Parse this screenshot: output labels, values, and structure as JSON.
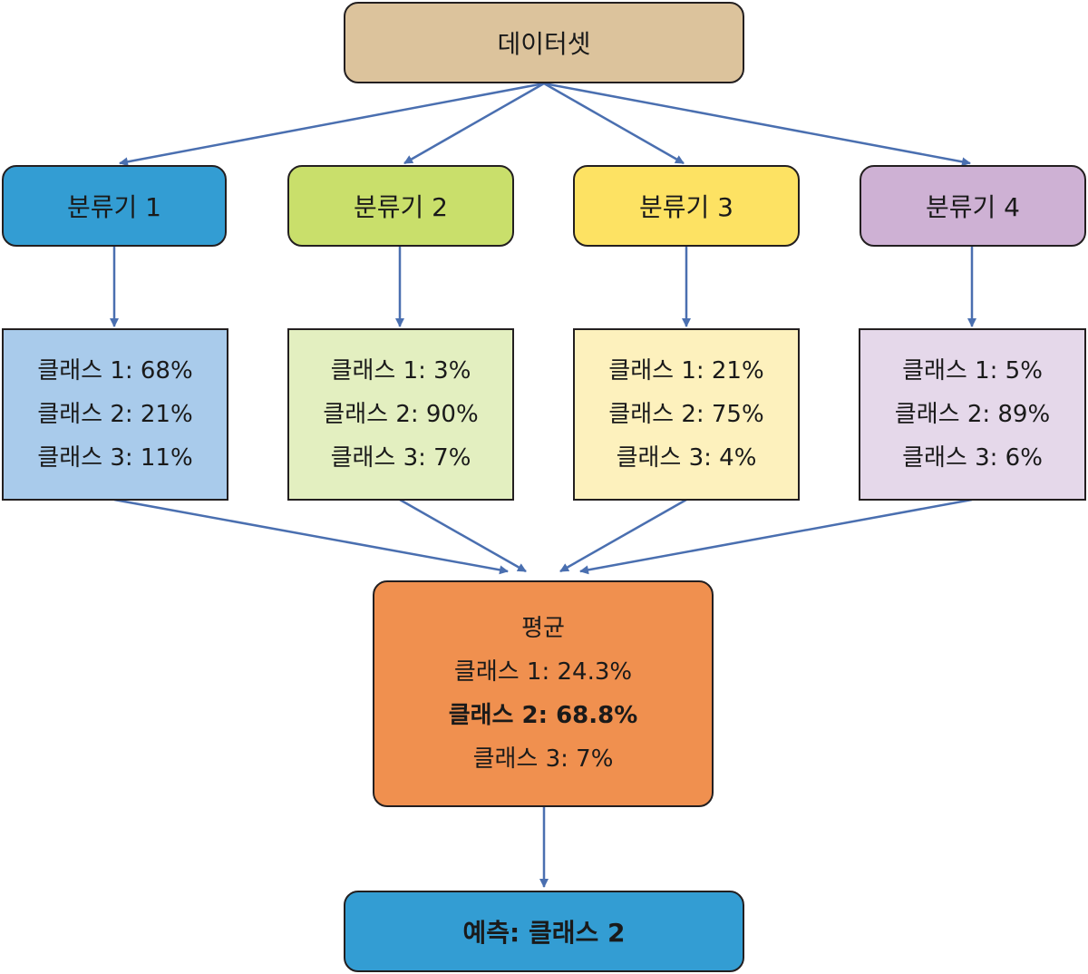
{
  "dataset": {
    "label": "데이터셋",
    "color": "#dcc39c"
  },
  "classifiers": [
    {
      "label": "분류기 1",
      "color": "#339dd3",
      "result_color": "#a9cbeb",
      "results": [
        "클래스 1: 68%",
        "클래스 2: 21%",
        "클래스 3: 11%"
      ]
    },
    {
      "label": "분류기 2",
      "color": "#c9df6b",
      "result_color": "#e3efc0",
      "results": [
        "클래스 1: 3%",
        "클래스 2: 90%",
        "클래스 3: 7%"
      ]
    },
    {
      "label": "분류기 3",
      "color": "#fde263",
      "result_color": "#fdf1bd",
      "results": [
        "클래스 1: 21%",
        "클래스 2: 75%",
        "클래스 3: 4%"
      ]
    },
    {
      "label": "분류기 4",
      "color": "#ceb1d4",
      "result_color": "#e5d8ea",
      "results": [
        "클래스 1: 5%",
        "클래스 2: 89%",
        "클래스 3: 6%"
      ]
    }
  ],
  "average": {
    "title": "평균",
    "color": "#f0904f",
    "results": [
      "클래스 1: 24.3%",
      "클래스 2: 68.8%",
      "클래스 3: 7%"
    ],
    "highlight_index": 1
  },
  "prediction": {
    "label": "예측: 클래스 2",
    "color": "#339dd3"
  },
  "arrow_color": "#4a6fb0"
}
